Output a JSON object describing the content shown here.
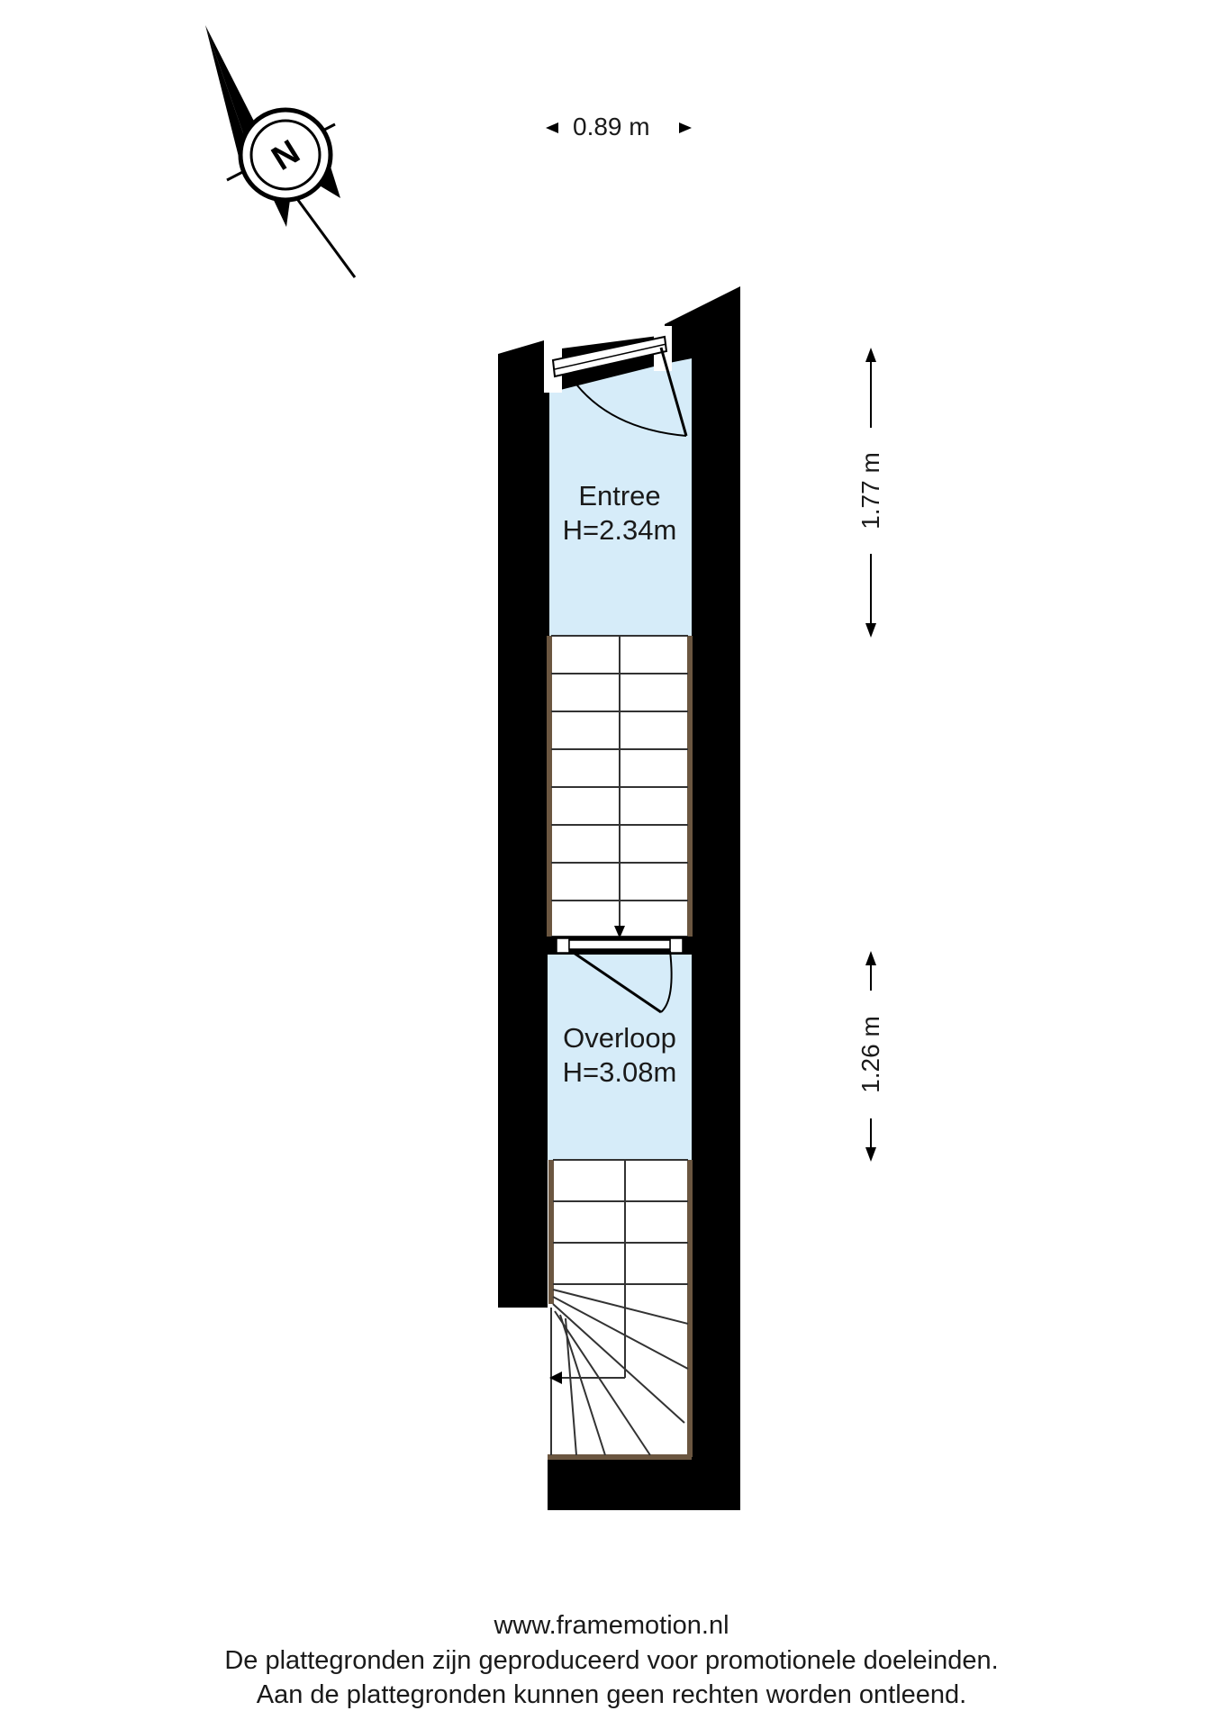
{
  "rooms": [
    {
      "name": "Entree",
      "height": "H=2.34m"
    },
    {
      "name": "Overloop",
      "height": "H=3.08m"
    }
  ],
  "dimensions": {
    "width_top": "0.89 m",
    "entree_length": "1.77 m",
    "overloop_length": "1.26 m"
  },
  "compass": {
    "letter": "N",
    "icon": "compass-rose-icon"
  },
  "footer": {
    "website": "www.framemotion.nl",
    "line1": "De plattegronden zijn geproduceerd voor promotionele doeleinden.",
    "line2": "Aan de plattegronden kunnen geen rechten worden ontleend."
  },
  "colors": {
    "wall": "#000000",
    "room_fill": "#d6ecf9",
    "stair_frame": "#6b5640",
    "stair_line": "#333333"
  }
}
